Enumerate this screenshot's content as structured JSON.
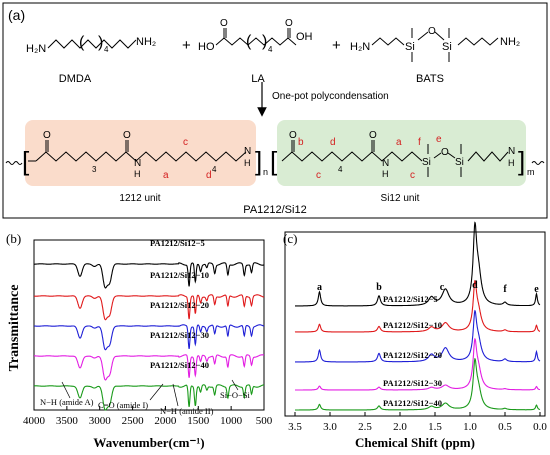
{
  "panel_a": {
    "label": "(a)",
    "reagents": [
      {
        "name": "DMDA",
        "subscript": "4"
      },
      {
        "name": "LA",
        "subscript": "4"
      },
      {
        "name": "BATS"
      }
    ],
    "plus": "+",
    "formula_text": {
      "h2n": "H₂N",
      "nh2": "NH₂",
      "ho": "HO",
      "oh": "OH",
      "o": "O",
      "si": "Si",
      "n": "N",
      "h": "H",
      "sub_3": "3",
      "sub_4": "4",
      "sub_n": "n",
      "sub_m": "m"
    },
    "reaction": "One-pot polycondensation",
    "unit_left": "1212 unit",
    "unit_right": "Si12 unit",
    "polymer": "PA1212/Si12",
    "atom_labels": [
      "a",
      "c",
      "d",
      "b",
      "d",
      "c",
      "a",
      "c",
      "f",
      "e"
    ],
    "colors": {
      "unit_left_bg": "#fadccb",
      "unit_right_bg": "#d9ecd3",
      "label_red": "#d42020"
    }
  },
  "chart_data": [
    {
      "panel": "(b)",
      "type": "line",
      "xlabel": "Wavenumber(cm⁻¹)",
      "ylabel": "Transmittance",
      "xlim": [
        4000,
        500
      ],
      "x_reversed": true,
      "x_ticks": [
        4000,
        3500,
        3000,
        2500,
        2000,
        1500,
        1000,
        500
      ],
      "series": [
        {
          "name": "PA1212/Si12−5",
          "color": "#000000"
        },
        {
          "name": "PA1212/Si12−10",
          "color": "#e0191b"
        },
        {
          "name": "PA1212/Si12−20",
          "color": "#1f1fd6"
        },
        {
          "name": "PA1212/Si12−30",
          "color": "#e31ee3"
        },
        {
          "name": "PA1212/Si12−40",
          "color": "#1a9a1a"
        }
      ],
      "peaks": [
        {
          "x": 3300,
          "depth": 0.55
        },
        {
          "x": 3080,
          "depth": 0.1
        },
        {
          "x": 2920,
          "depth": 1.0
        },
        {
          "x": 2850,
          "depth": 0.8
        },
        {
          "x": 1640,
          "depth": 1.0
        },
        {
          "x": 1545,
          "depth": 0.85
        },
        {
          "x": 1465,
          "depth": 0.3
        },
        {
          "x": 1370,
          "depth": 0.2
        },
        {
          "x": 1250,
          "depth": 0.4
        },
        {
          "x": 1050,
          "depth": 0.5
        },
        {
          "x": 800,
          "depth": 0.5
        },
        {
          "x": 690,
          "depth": 0.4
        }
      ],
      "annotations": [
        "N−H (amide A)",
        "C=O (amide I)",
        "N−H (amide II)",
        "Si−O−Si"
      ]
    },
    {
      "panel": "(c)",
      "type": "line",
      "xlabel": "Chemical Shift (ppm)",
      "xlim": [
        3.5,
        0.0
      ],
      "x_reversed": true,
      "x_ticks": [
        3.5,
        3.0,
        2.5,
        2.0,
        1.5,
        1.0,
        0.5,
        0.0
      ],
      "x_tick_labels": [
        "3.5",
        "3.0",
        "2.5",
        "2.0",
        "1.5",
        "1.0",
        "0.5",
        "0.0"
      ],
      "series": [
        {
          "name": "PA1212/Si12−5",
          "color": "#000000"
        },
        {
          "name": "PA1212/Si12−10",
          "color": "#e0191b"
        },
        {
          "name": "PA1212/Si12−20",
          "color": "#1f1fd6"
        },
        {
          "name": "PA1212/Si12−30",
          "color": "#e31ee3"
        },
        {
          "name": "PA1212/Si12−40",
          "color": "#1a9a1a"
        }
      ],
      "peak_labels": [
        {
          "label": "a",
          "x": 3.15
        },
        {
          "label": "b",
          "x": 2.3
        },
        {
          "label": "c",
          "x": 1.4
        },
        {
          "label": "d",
          "x": 0.93
        },
        {
          "label": "f",
          "x": 0.5
        },
        {
          "label": "e",
          "x": 0.05
        }
      ]
    }
  ]
}
